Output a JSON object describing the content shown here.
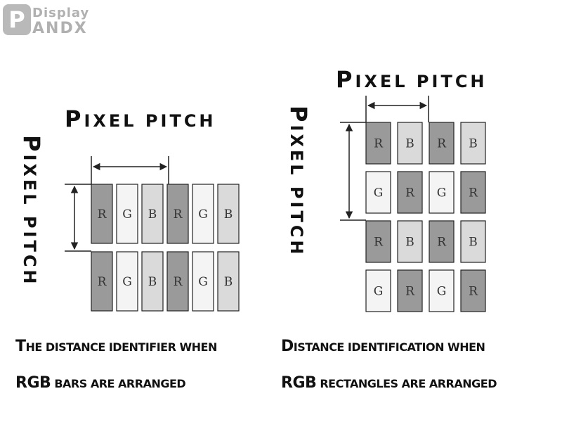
{
  "logo": {
    "mark": "P",
    "line1": "Display",
    "line2": "ANDX"
  },
  "left": {
    "title_top_cap": "P",
    "title_top_rest": "IXEL PITCH",
    "title_side_cap": "P",
    "title_side_rest": "IXEL PITCH",
    "rows": [
      [
        "R",
        "G",
        "B",
        "R",
        "G",
        "B"
      ],
      [
        "R",
        "G",
        "B",
        "R",
        "G",
        "B"
      ]
    ],
    "caption1_cap": "T",
    "caption1_rest": "HE DISTANCE IDENTIFIER WHEN",
    "caption2_cap": "RGB",
    "caption2_rest": " BARS ARE ARRANGED"
  },
  "right": {
    "title_top_cap": "P",
    "title_top_rest": "IXEL PITCH",
    "title_side_cap": "P",
    "title_side_rest": "IXEL PITCH",
    "rows": [
      [
        "R",
        "B",
        "R",
        "B"
      ],
      [
        "G",
        "R",
        "G",
        "R"
      ],
      [
        "R",
        "B",
        "R",
        "B"
      ],
      [
        "G",
        "R",
        "G",
        "R"
      ]
    ],
    "caption1_cap": "D",
    "caption1_rest": "ISTANCE IDENTIFICATION WHEN",
    "caption2_cap": "RGB",
    "caption2_rest": " RECTANGLES ARE ARRANGED"
  },
  "colors": {
    "R": "#9a9a9a",
    "G": "#f4f4f4",
    "B": "#dadada",
    "stroke": "#222222"
  }
}
